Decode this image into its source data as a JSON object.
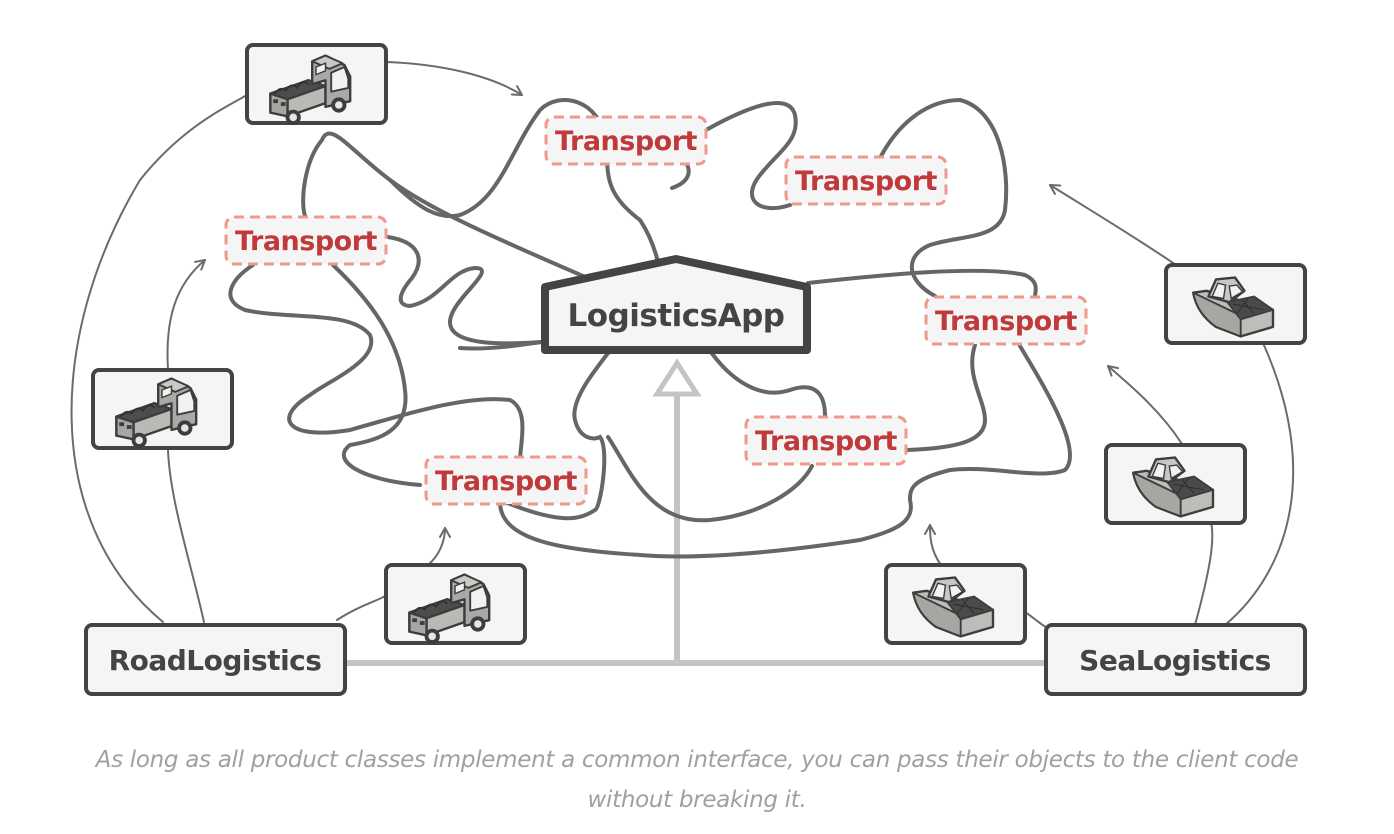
{
  "diagram": {
    "client": {
      "label": "LogisticsApp"
    },
    "creators": [
      {
        "id": "road",
        "label": "RoadLogistics"
      },
      {
        "id": "sea",
        "label": "SeaLogistics"
      }
    ],
    "product_interface": {
      "label": "Transport",
      "count": 6
    },
    "transport_labels": [
      "Transport",
      "Transport",
      "Transport",
      "Transport",
      "Transport",
      "Transport"
    ],
    "road_products": [
      {
        "icon": "truck-icon"
      },
      {
        "icon": "truck-icon"
      },
      {
        "icon": "truck-icon"
      }
    ],
    "sea_products": [
      {
        "icon": "boat-icon"
      },
      {
        "icon": "boat-icon"
      },
      {
        "icon": "boat-icon"
      }
    ],
    "colors": {
      "transport_text": "#c0393b",
      "transport_border": "#f0998a",
      "box_border": "#444444",
      "box_fill": "#f5f5f5",
      "wire": "#666666",
      "inheritance": "#c4c4c4",
      "caption": "#a0a0a0"
    }
  },
  "caption": {
    "line1": "As long as all product classes implement a common interface, you can pass their objects to the client code",
    "line2": "without breaking it."
  }
}
